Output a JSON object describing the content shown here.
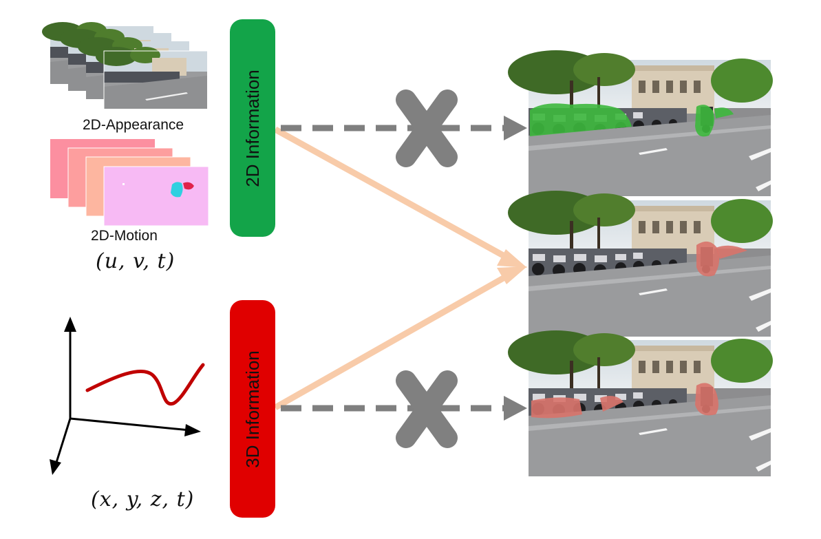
{
  "labels": {
    "appearance": "2D-Appearance",
    "motion": "2D-Motion",
    "uvt": "(u, v, t)",
    "xyzt": "(x, y, z, t)"
  },
  "blocks": {
    "info2d": "2D Information",
    "info3d": "3D Information"
  },
  "colors": {
    "info2d": "#13a449",
    "info3d": "#e00000",
    "arrow_good": "#f8cba9",
    "arrow_bad": "#7f7f7f",
    "cross": "#7f7f7f",
    "curve": "#c00000",
    "mask_green": "#3db83d",
    "mask_red": "#d8736a"
  }
}
